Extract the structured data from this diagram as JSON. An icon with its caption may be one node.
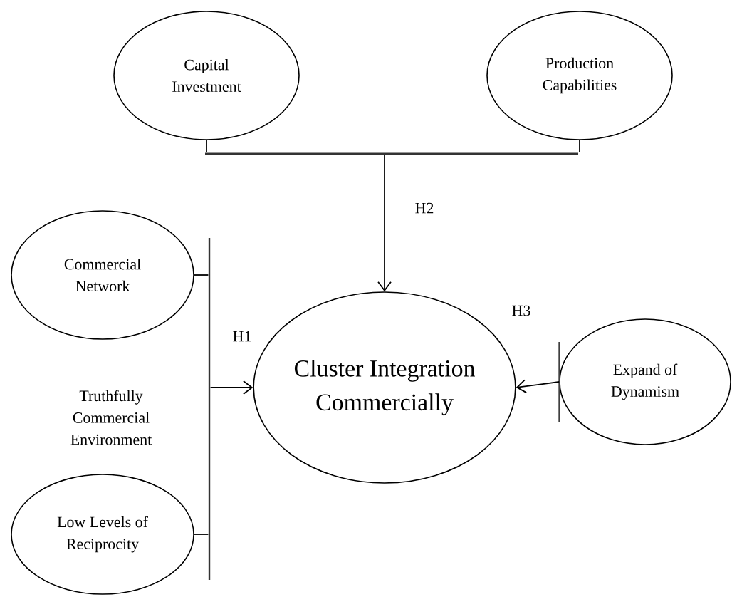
{
  "diagram": {
    "nodes": [
      {
        "text": [
          "Capital Investment"
        ]
      },
      {
        "text": [
          "Production Capabilities"
        ]
      },
      {
        "text": [
          "Commercial Network"
        ]
      },
      {
        "text": [
          "Low Levels of Reciprocity"
        ]
      },
      {
        "text": [
          "Cluster Integration Commercially"
        ]
      },
      {
        "text": [
          "Expand of Dynamism"
        ]
      },
      {
        "text": [],
        "shape": "bar"
      },
      {
        "text": [],
        "shape": "bar"
      }
    ],
    "edges": [
      {
        "from": 0,
        "to": 6,
        "arrow": "none"
      },
      {
        "from": 1,
        "to": 6,
        "arrow": "none"
      },
      {
        "from": 6,
        "to": 4,
        "arrow": "to",
        "label": "H2"
      },
      {
        "from": 2,
        "to": 7,
        "arrow": "none"
      },
      {
        "from": 3,
        "to": 7,
        "arrow": "none"
      },
      {
        "from": 7,
        "to": 4,
        "arrow": "to",
        "label": "H1"
      },
      {
        "from": 5,
        "to": 4,
        "arrow": "to",
        "label": "H3"
      }
    ],
    "labels": [
      "Truthfully Commercial Environment"
    ]
  }
}
